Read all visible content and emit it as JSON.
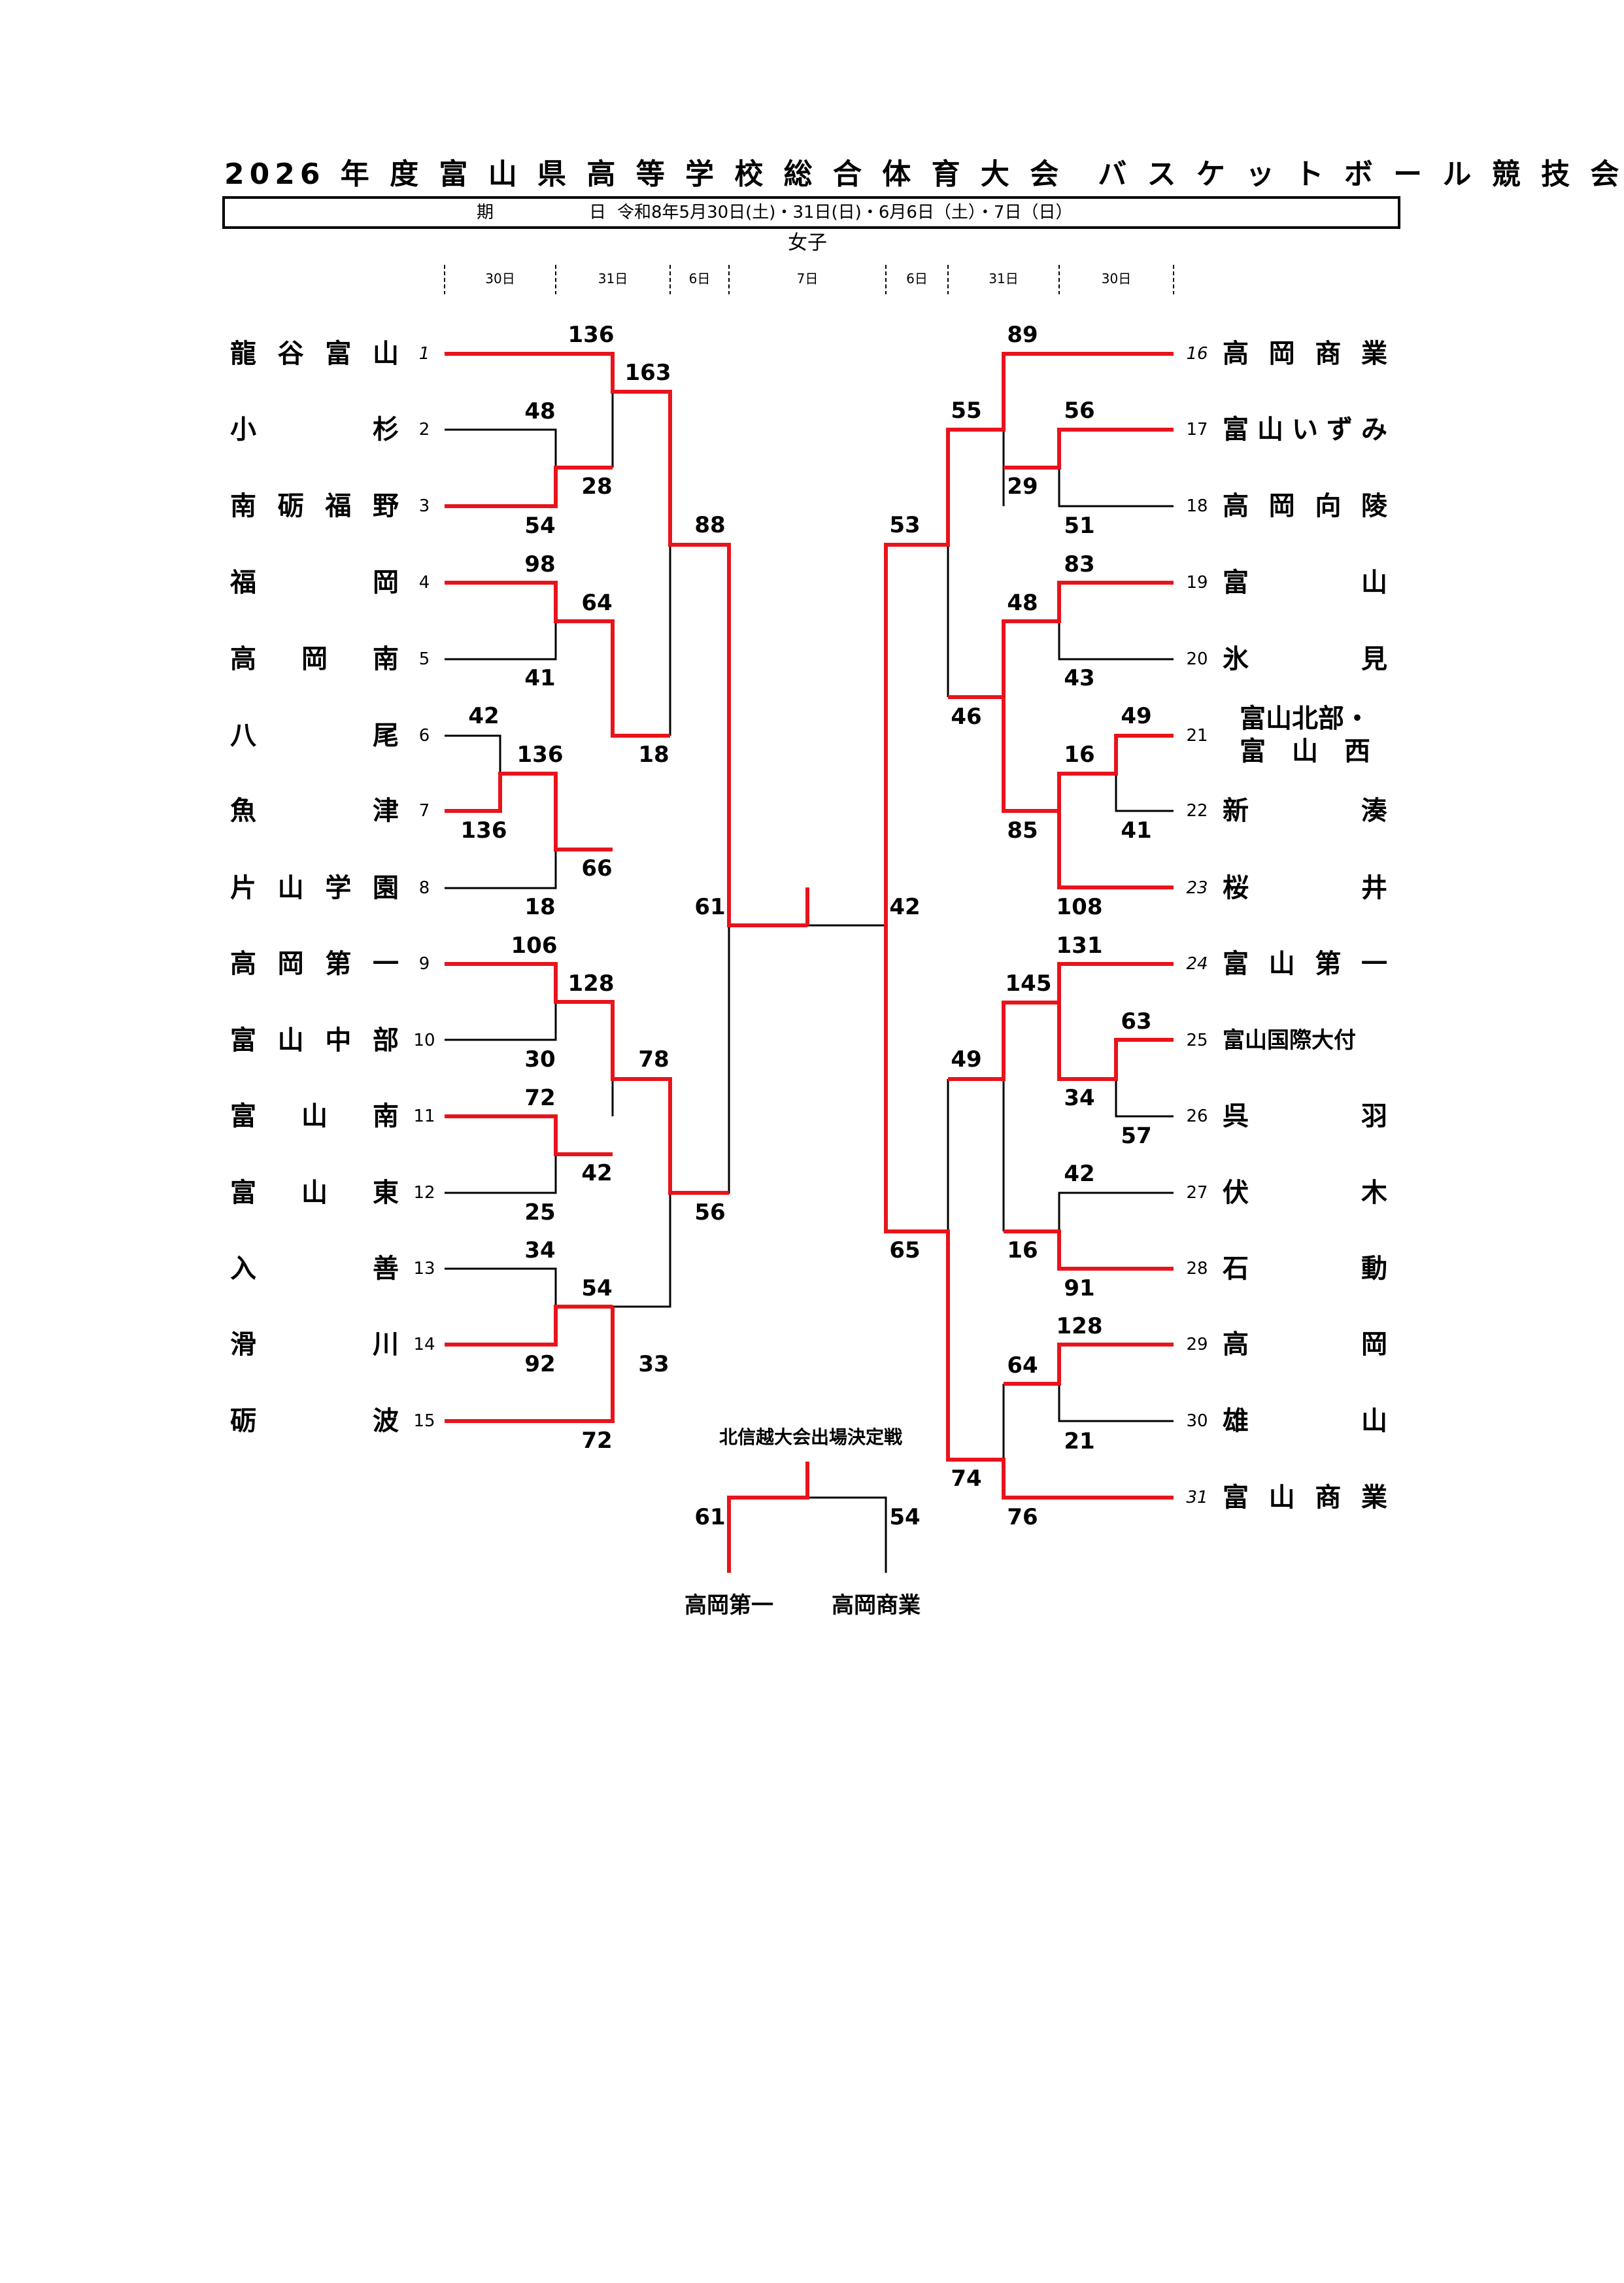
{
  "header": {
    "title": "2026 年 度 富 山 県 高 等 学 校 総 合 体 育 大 会　バ ス ケ ッ ト ボ ー ル 競 技 会",
    "date_label": "期　日",
    "date_value": "令和8年5月30日(土)・31日(日)・6月6日（土）・7日（日）",
    "division": "女子"
  },
  "rounds": [
    "30日",
    "31日",
    "6日",
    "7日",
    "6日",
    "31日",
    "30日"
  ],
  "left_teams": [
    {
      "seed": "1",
      "name": "龍谷富山"
    },
    {
      "seed": "2",
      "name": "小杉"
    },
    {
      "seed": "3",
      "name": "南砺福野"
    },
    {
      "seed": "4",
      "name": "福岡"
    },
    {
      "seed": "5",
      "name": "高岡南"
    },
    {
      "seed": "6",
      "name": "八尾"
    },
    {
      "seed": "7",
      "name": "魚津"
    },
    {
      "seed": "8",
      "name": "片山学園"
    },
    {
      "seed": "9",
      "name": "高岡第一"
    },
    {
      "seed": "10",
      "name": "富山中部"
    },
    {
      "seed": "11",
      "name": "富山南"
    },
    {
      "seed": "12",
      "name": "富山東"
    },
    {
      "seed": "13",
      "name": "入善"
    },
    {
      "seed": "14",
      "name": "滑川"
    },
    {
      "seed": "15",
      "name": "砺波"
    }
  ],
  "right_teams": [
    {
      "seed": "16",
      "name": "高岡商業"
    },
    {
      "seed": "17",
      "name": "富山いずみ"
    },
    {
      "seed": "18",
      "name": "高岡向陵"
    },
    {
      "seed": "19",
      "name": "富山"
    },
    {
      "seed": "20",
      "name": "氷見"
    },
    {
      "seed": "21",
      "name": "富山北部・",
      "name2": "富　山　西"
    },
    {
      "seed": "22",
      "name": "新湊"
    },
    {
      "seed": "23",
      "name": "桜井"
    },
    {
      "seed": "24",
      "name": "富山第一"
    },
    {
      "seed": "25",
      "name": "富山国際大付"
    },
    {
      "seed": "26",
      "name": "呉羽"
    },
    {
      "seed": "27",
      "name": "伏木"
    },
    {
      "seed": "28",
      "name": "石動"
    },
    {
      "seed": "29",
      "name": "高岡"
    },
    {
      "seed": "30",
      "name": "雄山"
    },
    {
      "seed": "31",
      "name": "富山商業"
    }
  ],
  "scores": {
    "s01": "136",
    "s02": "163",
    "s03": "48",
    "s04": "28",
    "s05": "54",
    "s06": "88",
    "s07": "98",
    "s08": "64",
    "s09": "41",
    "s10": "42",
    "s11": "136",
    "s12": "18",
    "s13": "136",
    "s14": "66",
    "s15": "18",
    "s16": "61",
    "s17": "106",
    "s18": "128",
    "s19": "30",
    "s20": "78",
    "s21": "72",
    "s22": "42",
    "s23": "25",
    "s24": "56",
    "s25": "34",
    "s26": "54",
    "s27": "92",
    "s28": "33",
    "s29": "72",
    "r01": "89",
    "r02": "55",
    "r03": "56",
    "r04": "29",
    "r05": "51",
    "r06": "53",
    "r07": "83",
    "r08": "48",
    "r09": "43",
    "r10": "46",
    "r11": "49",
    "r12": "16",
    "r13": "41",
    "r14": "85",
    "r15": "108",
    "r16": "42",
    "r17": "131",
    "r18": "145",
    "r19": "63",
    "r20": "34",
    "r21": "57",
    "r22": "49",
    "r23": "42",
    "r24": "16",
    "r25": "91",
    "r26": "65",
    "r27": "128",
    "r28": "64",
    "r29": "21",
    "r30": "74",
    "r31": "76"
  },
  "playoff": {
    "title": "北信越大会出場決定戦",
    "left_score": "61",
    "right_score": "54",
    "left_team": "高岡第一",
    "right_team": "高岡商業"
  },
  "colors": {
    "winner_line": "#e8141c",
    "loser_line": "#000000"
  }
}
